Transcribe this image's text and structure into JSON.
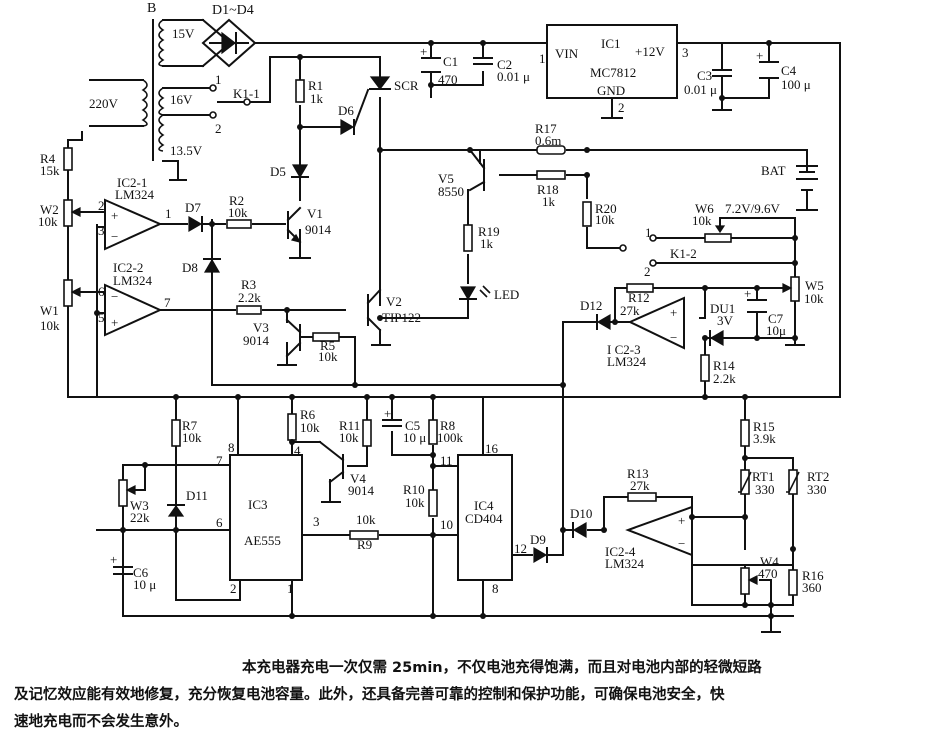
{
  "labels": {
    "transformer": "B",
    "bridge": "D1~D4",
    "sec1": "15V",
    "sec2": "16V",
    "sec3": "13.5V",
    "mains": "220V",
    "k1_1": "K1-1",
    "k1_1_pos1": "1",
    "k1_1_pos2": "2",
    "r1": "R1",
    "r1v": "1k",
    "d5": "D5",
    "d6": "D6",
    "scr": "SCR",
    "c1": "C1",
    "c1v": "470",
    "c2": "C2",
    "c2v": "0.01 μ",
    "ic1": "IC1",
    "ic1_part": "MC7812",
    "ic1_vin": "VIN",
    "ic1_out": "+12V",
    "ic1_gnd": "GND",
    "ic1_p1": "1",
    "ic1_p2": "2",
    "ic1_p3": "3",
    "c3": "C3",
    "c3v": "0.01 μ",
    "c4": "C4",
    "c4v": "100 μ",
    "r4": "R4",
    "r4v": "15k",
    "w2": "W2",
    "w2v": "10k",
    "w1": "W1",
    "w1v": "10k",
    "ic2_1": "IC2-1",
    "ic2_1_part": "LM324",
    "ic2_1_p2": "2",
    "ic2_1_p3": "3",
    "ic2_1_p1": "1",
    "ic2_2": "IC2-2",
    "ic2_2_part": "LM324",
    "ic2_2_p6": "6",
    "ic2_2_p5": "5",
    "ic2_2_p7": "7",
    "d7": "D7",
    "d8": "D8",
    "r2": "R2",
    "r2v": "10k",
    "v1": "V1",
    "v1v": "9014",
    "r3": "R3",
    "r3v": "2.2k",
    "v3": "V3",
    "v3v": "9014",
    "r5": "R5",
    "r5v": "10k",
    "v2": "V2",
    "v2v": "TIP122",
    "r17": "R17",
    "r17v": "0.6m",
    "v5": "V5",
    "v5v": "8550",
    "r18": "R18",
    "r18v": "1k",
    "r19": "R19",
    "r19v": "1k",
    "led": "LED",
    "bat": "BAT",
    "r20": "R20",
    "r20v": "10k",
    "w6": "W6",
    "w6v": "10k",
    "w6note": "7.2V/9.6V",
    "k1_2": "K1-2",
    "k1_2_pos1": "1",
    "k1_2_pos2": "2",
    "w5": "W5",
    "w5v": "10k",
    "d12": "D12",
    "r12": "R12",
    "r12v": "27k",
    "du1": "DU1",
    "du1v": "3V",
    "c7": "C7",
    "c7v": "10μ",
    "ic2_3": "I C2-3",
    "ic2_3_part": "LM324",
    "r14": "R14",
    "r14v": "2.2k",
    "r7": "R7",
    "r7v": "10k",
    "w3": "W3",
    "w3v": "22k",
    "d11": "D11",
    "c6": "C6",
    "c6v": "10 μ",
    "ic3": "IC3",
    "ic3_part": "AE555",
    "ic3_p8": "8",
    "ic3_p7": "7",
    "ic3_p6": "6",
    "ic3_p2": "2",
    "ic3_p1": "1",
    "ic3_p4": "4",
    "ic3_p3": "3",
    "r6": "R6",
    "r6v": "10k",
    "r11": "R11",
    "r11v": "10k",
    "v4": "V4",
    "v4v": "9014",
    "r9": "R9",
    "r9v": "10k",
    "c5": "C5",
    "c5v": "10 μ",
    "r8": "R8",
    "r8v": "100k",
    "r10": "R10",
    "r10v": "10k",
    "ic4": "IC4",
    "ic4_part": "CD404",
    "ic4_p16": "16",
    "ic4_p11": "11",
    "ic4_p10": "10",
    "ic4_p12": "12",
    "ic4_p8": "8",
    "d9": "D9",
    "d10": "D10",
    "r13": "R13",
    "r13v": "27k",
    "ic2_4": "IC2-4",
    "ic2_4_part": "LM324",
    "r15": "R15",
    "r15v": "3.9k",
    "rt1": "RT1",
    "rt1v": "330",
    "rt2": "RT2",
    "rt2v": "330",
    "w4": "W4",
    "w4v": "470",
    "r16": "R16",
    "r16v": "360",
    "plus": "+",
    "minus": "−"
  },
  "caption": {
    "line1": "本充电器充电一次仅需 25min，不仅电池充得饱满，而且对电池内部的轻微短路",
    "line2": "及记忆效应能有效地修复，充分恢复电池容量。此外，还具备完善可靠的控制和保护功能，可确保电池安全，快",
    "line3": "速地充电而不会发生意外。"
  }
}
